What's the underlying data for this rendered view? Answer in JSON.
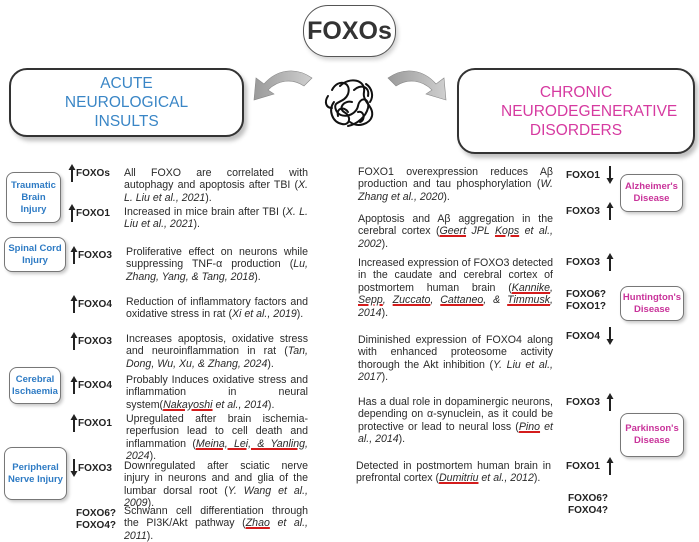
{
  "title": "FOXOs",
  "categories": {
    "acute": "ACUTE NEUROLOGICAL INSULTS",
    "chronic": "CHRONIC NEURODEGENERATIVE DISORDERS"
  },
  "colors": {
    "acute": "#3a86c6",
    "chronic": "#d63aa0"
  },
  "left_regions": [
    {
      "label": "Traumatic Brain Injury"
    },
    {
      "label": "Spinal Cord Injury"
    },
    {
      "label": "Cerebral Ischaemia"
    },
    {
      "label": "Peripheral Nerve Injury"
    }
  ],
  "right_regions": [
    {
      "label": "Alzheimer's Disease"
    },
    {
      "label": "Huntington's Disease"
    },
    {
      "label": "Parkinson's Disease"
    }
  ],
  "left_genes": [
    {
      "gene": "FOXOs",
      "direction": "up"
    },
    {
      "gene": "FOXO1",
      "direction": "up"
    },
    {
      "gene": "FOXO3",
      "direction": "up"
    },
    {
      "gene": "FOXO4",
      "direction": "up"
    },
    {
      "gene": "FOXO3",
      "direction": "up"
    },
    {
      "gene": "FOXO4",
      "direction": "up"
    },
    {
      "gene": "FOXO1",
      "direction": "up"
    },
    {
      "gene": "FOXO3",
      "direction": "down"
    }
  ],
  "left_gene_stack": {
    "line1": "FOXO6?",
    "line2": "FOXO4?"
  },
  "right_genes": [
    {
      "gene": "FOXO1",
      "direction": "down"
    },
    {
      "gene": "FOXO3",
      "direction": "up"
    },
    {
      "gene": "FOXO3",
      "direction": "up"
    },
    {
      "gene": "FOXO4",
      "direction": "down"
    },
    {
      "gene": "FOXO3",
      "direction": "up"
    },
    {
      "gene": "FOXO1",
      "direction": "up"
    }
  ],
  "right_gene_stacks": [
    {
      "line1": "FOXO6?",
      "line2": "FOXO1?"
    },
    {
      "line1": "FOXO6?",
      "line2": "FOXO4?"
    }
  ],
  "left_desc": [
    {
      "text": "All FOXO are correlated with autophagy and apoptosis after TBI (",
      "cite": "X. L. Liu et al., 2021",
      "end": ")."
    },
    {
      "text": "Increased in mice brain after TBI (",
      "cite": "X. L. Liu et al., 2021",
      "end": ")."
    },
    {
      "text": "Proliferative effect on neurons while suppressing TNF-α production (",
      "cite": "Lu, Zhang, Yang, & Tang, 2018",
      "end": ")."
    },
    {
      "text": "Reduction of inflammatory factors and oxidative stress in rat (",
      "cite": "Xi et al., 2019",
      "end": ")."
    },
    {
      "text": "Increases apoptosis, oxidative stress and neuroinflammation in rat (",
      "cite": "Tan, Dong, Wu, Xu, & Zhang, 2024",
      "end": ")."
    },
    {
      "text": "Probably Induces oxidative stress and inflammation in neural system(",
      "cite_u": "Nakayoshi",
      "cite": " et al., 2014",
      "end": ")."
    },
    {
      "text": "Upregulated after brain ischemia-reperfusion lead to cell death and inflammation (",
      "cite_u": "Meina, Lei, & Yanling",
      "cite": ", 2024",
      "end": ")."
    },
    {
      "text": "Downregulated after sciatic nerve injury in neurons and and glia of the lumbar dorsal root (",
      "cite": "Y. Wang et al., 2009",
      "end": ")."
    },
    {
      "text": "Schwann cell differentiation through the PI3K/Akt pathway (",
      "cite_u": "Zhao",
      "cite": " et al., 2011",
      "end": ")."
    }
  ],
  "right_desc": [
    {
      "text": "FOXO1 overexpression reduces Aβ production and tau phosphorylation (",
      "cite": "W. Zhang et al., 2020",
      "end": ")."
    },
    {
      "text": "Apoptosis and Aβ aggregation in the cerebral cortex (",
      "cite_u": "Geert",
      "cite_mid": " JPL ",
      "cite_u2": "Kops",
      "cite": " et al., 2002",
      "end": ")."
    },
    {
      "text": "Increased expression of FOXO3 detected in the caudate and cerebral cortex of postmortem human brain (",
      "cite_list": [
        "Kannike",
        ", ",
        "Sepp",
        ", ",
        "Zuccato",
        ", ",
        "Cattaneo",
        ", & ",
        "Timmusk"
      ],
      "cite": ", 2014",
      "end": ")."
    },
    {
      "text": "Diminished expression of FOXO4 along with enhanced proteosome activity thorough the Akt inhibition (",
      "cite": "Y. Liu et al., 2017",
      "end": ")."
    },
    {
      "text": "Has a dual role in dopaminergic neurons, depending on α-synuclein, as it could be protective or lead to neural loss (",
      "cite_u": "Pino",
      "cite": " et al., 2014",
      "end": ")."
    },
    {
      "text": "Detected in postmortem human brain in prefrontal cortex (",
      "cite_u": "Dumitriu",
      "cite": " et al., 2012",
      "end": ")."
    }
  ]
}
